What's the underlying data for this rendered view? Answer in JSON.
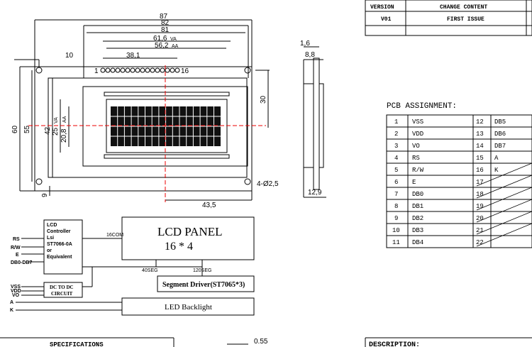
{
  "front_view": {
    "dims": {
      "overall_width": "87",
      "hole_pitch": "82",
      "bezel_width": "81",
      "view_area_width": "61,6",
      "active_area_width": "56,2",
      "pin_row_length": "38,1",
      "left_offset": "10",
      "overall_height": "60",
      "hole_pitch_v": "55",
      "bezel_height": "42",
      "view_height": "25",
      "active_height": "20,8",
      "pin_offset": "30",
      "bottom_offset": "9",
      "hole_offset": "43,5",
      "va_mark": "VA",
      "aa_mark": "AA",
      "hole_note": "4-Ø2,5",
      "pin_first": "1",
      "pin_last": "16"
    }
  },
  "side_view": {
    "dims": {
      "thickness_top": "1,6",
      "depth": "8,8",
      "total": "12,9"
    }
  },
  "revision_table": {
    "headers": [
      "VERSION",
      "CHANGE CONTENT"
    ],
    "rows": [
      [
        "V01",
        "FIRST ISSUE"
      ]
    ]
  },
  "pcb": {
    "title": "PCB ASSIGNMENT:",
    "left": [
      [
        "1",
        "VSS"
      ],
      [
        "2",
        "VDD"
      ],
      [
        "3",
        "VO"
      ],
      [
        "4",
        "RS"
      ],
      [
        "5",
        "R/W"
      ],
      [
        "6",
        "E"
      ],
      [
        "7",
        "DB0"
      ],
      [
        "8",
        "DB1"
      ],
      [
        "9",
        "DB2"
      ],
      [
        "10",
        "DB3"
      ],
      [
        "11",
        "DB4"
      ]
    ],
    "right": [
      [
        "12",
        "DB5"
      ],
      [
        "13",
        "DB6"
      ],
      [
        "14",
        "DB7"
      ],
      [
        "15",
        "A"
      ],
      [
        "16",
        "K"
      ],
      [
        "17",
        ""
      ],
      [
        "18",
        ""
      ],
      [
        "19",
        ""
      ],
      [
        "20",
        ""
      ],
      [
        "21",
        ""
      ],
      [
        "22",
        ""
      ]
    ]
  },
  "block": {
    "controller": [
      "LCD",
      "Controller",
      "Lsi",
      "ST7066-0A",
      "or",
      "Equivalent"
    ],
    "panel_title": "LCD PANEL",
    "panel_format": "16 * 4",
    "segment_driver": "Segment Driver(ST7065*3)",
    "dc_converter": [
      "DC TO DC",
      "CIRCUIT"
    ],
    "backlight": "LED Backlight",
    "signals_left": [
      "RS",
      "R/W",
      "E",
      "DB0-DB7",
      "VSS",
      "VDD",
      "VO",
      "A",
      "K"
    ],
    "com_label": "16COM",
    "seg40": "40SEG",
    "seg120": "120SEG"
  },
  "footer": {
    "specifications": "SPECIFICATIONS",
    "description": "DESCRIPTION:",
    "pin_dim": "0.55"
  }
}
